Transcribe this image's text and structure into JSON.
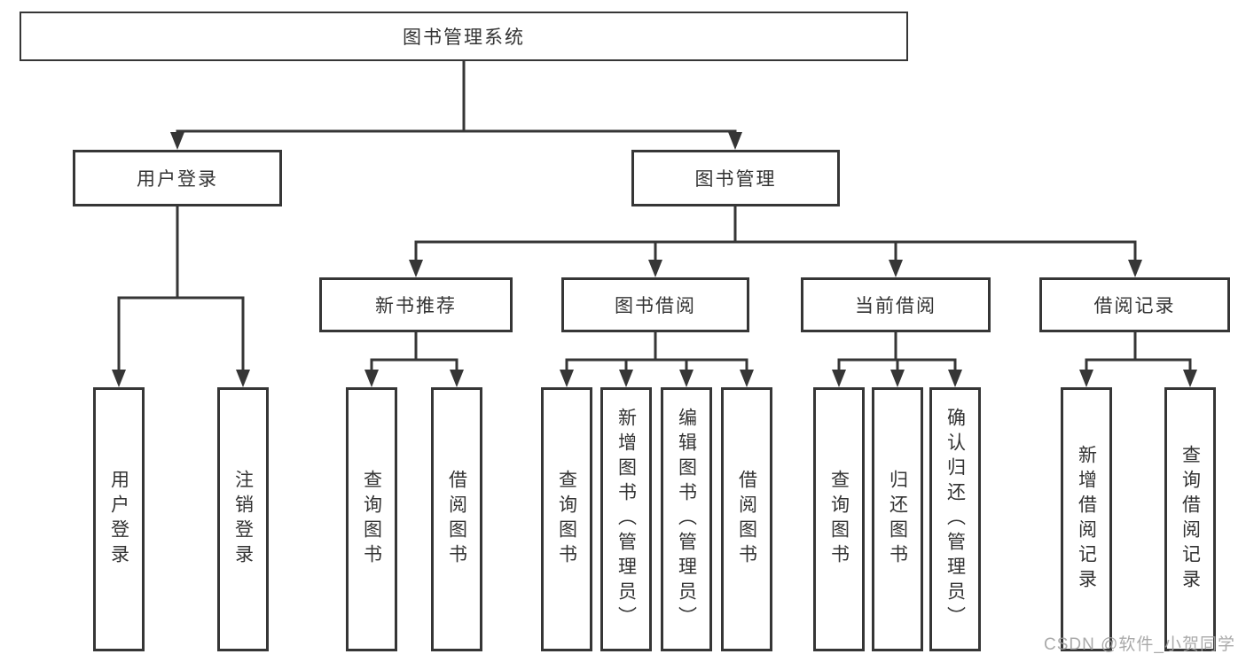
{
  "diagram_type": "hierarchy-tree",
  "tree": {
    "label": "图书管理系统",
    "children": [
      {
        "label": "用户登录",
        "children": [
          {
            "label": "用户登录"
          },
          {
            "label": "注销登录"
          }
        ]
      },
      {
        "label": "图书管理",
        "children": [
          {
            "label": "新书推荐",
            "children": [
              {
                "label": "查询图书"
              },
              {
                "label": "借阅图书"
              }
            ]
          },
          {
            "label": "图书借阅",
            "children": [
              {
                "label": "查询图书"
              },
              {
                "label": "新增图书（管理员）"
              },
              {
                "label": "编辑图书（管理员）"
              },
              {
                "label": "借阅图书"
              }
            ]
          },
          {
            "label": "当前借阅",
            "children": [
              {
                "label": "查询图书"
              },
              {
                "label": "归还图书"
              },
              {
                "label": "确认归还（管理员）"
              }
            ]
          },
          {
            "label": "借阅记录",
            "children": [
              {
                "label": "新增借阅记录"
              },
              {
                "label": "查询借阅记录"
              }
            ]
          }
        ]
      }
    ]
  },
  "watermark": {
    "text": "CSDN @软件_小贺同学"
  },
  "colors": {
    "background": "#ffffff",
    "line": "#363636",
    "box_border": "#363636",
    "text": "#333333",
    "watermark": "#9e9e9e"
  }
}
